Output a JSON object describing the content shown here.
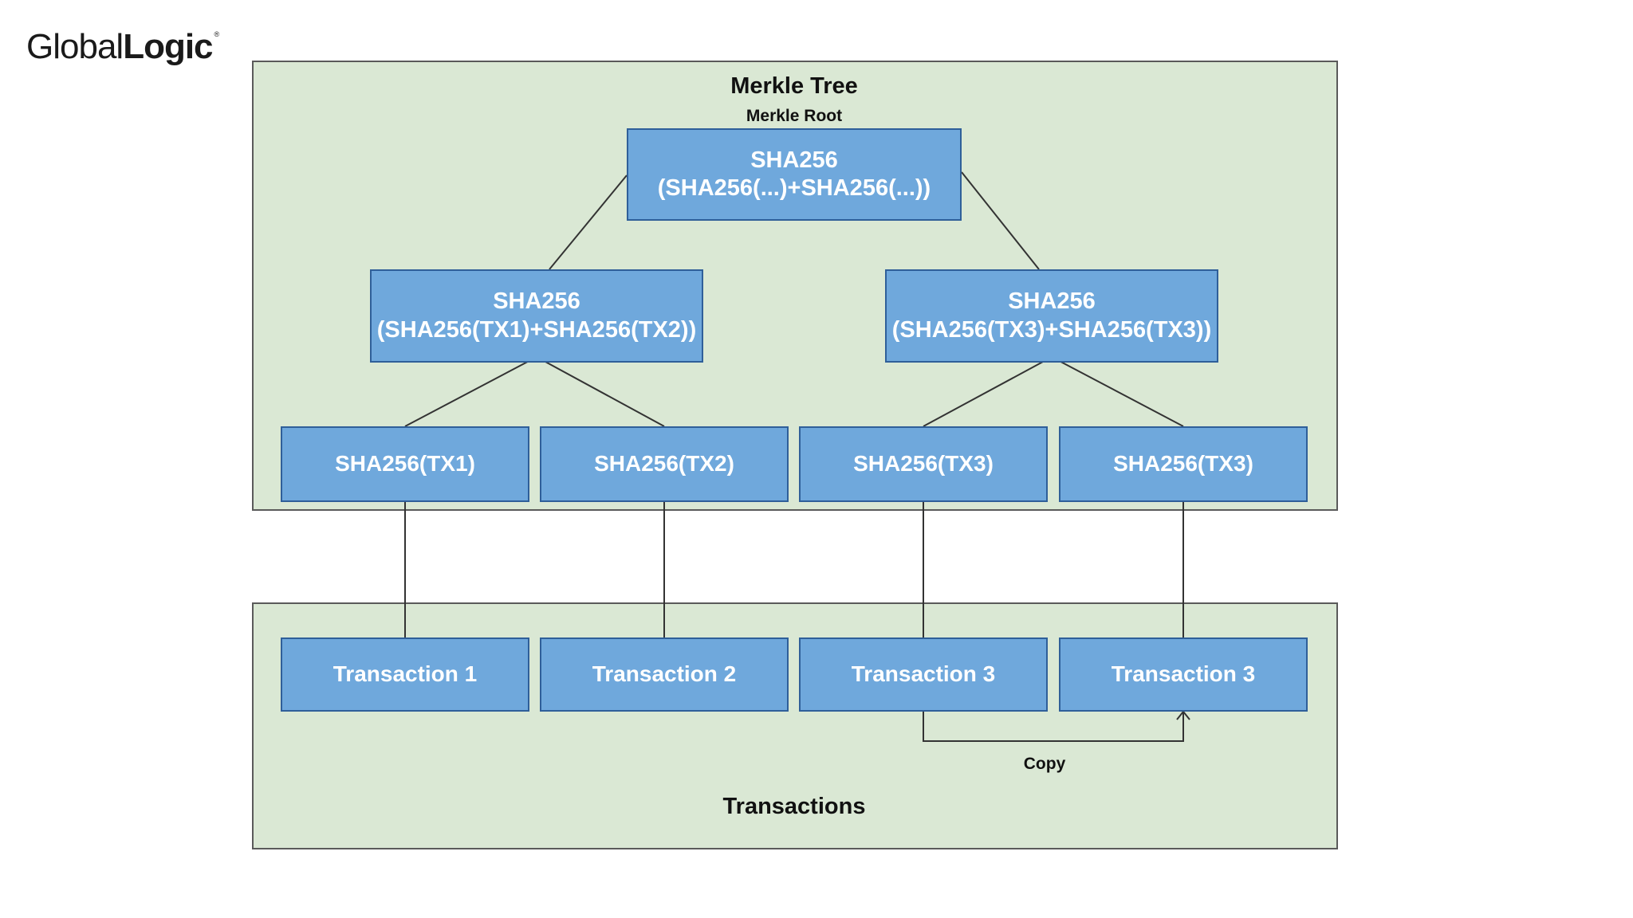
{
  "logo": {
    "regular": "Global",
    "bold": "Logic",
    "mark": "®"
  },
  "merkle_tree": {
    "title": "Merkle Tree",
    "root_label": "Merkle Root",
    "root": {
      "line1": "SHA256",
      "line2": "(SHA256(...)+SHA256(...))"
    },
    "branch_left": {
      "line1": "SHA256",
      "line2": "(SHA256(TX1)+SHA256(TX2))"
    },
    "branch_right": {
      "line1": "SHA256",
      "line2": "(SHA256(TX3)+SHA256(TX3))"
    },
    "leaves": [
      "SHA256(TX1)",
      "SHA256(TX2)",
      "SHA256(TX3)",
      "SHA256(TX3)"
    ]
  },
  "transactions": {
    "title": "Transactions",
    "items": [
      "Transaction 1",
      "Transaction 2",
      "Transaction 3",
      "Transaction 3"
    ],
    "copy_label": "Copy"
  },
  "colors": {
    "panel_fill": "#dae8d4",
    "panel_border": "#5a5a5a",
    "node_fill": "#6fa8dc",
    "node_border": "#2f5f99",
    "node_text": "#ffffff",
    "connector": "#333333"
  }
}
